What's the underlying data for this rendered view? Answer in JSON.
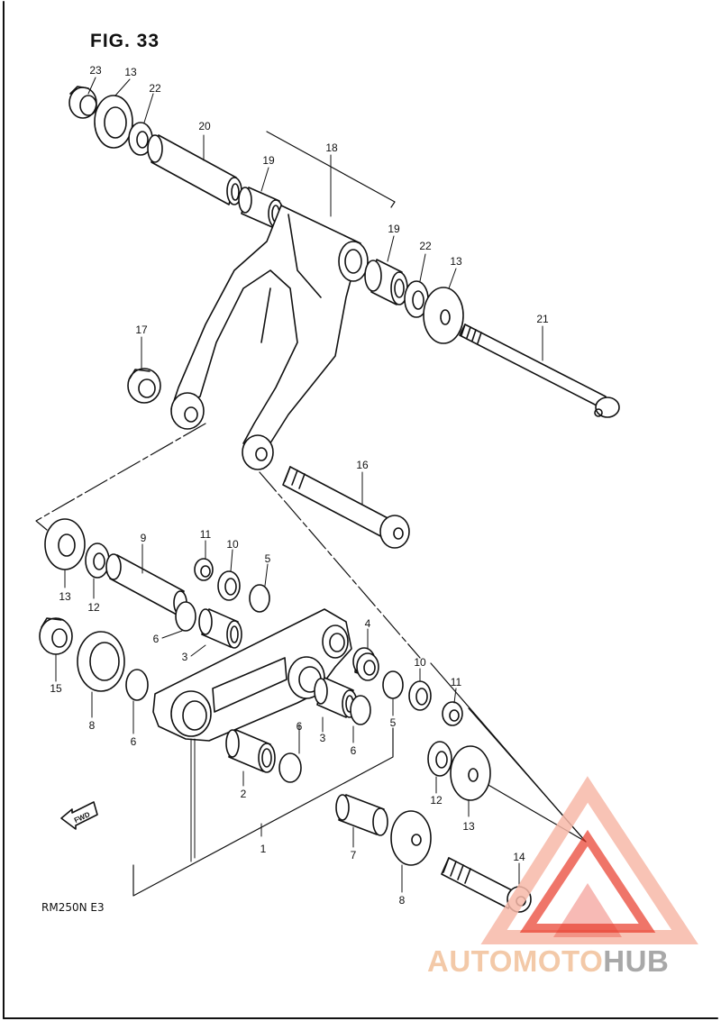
{
  "figure": {
    "title": "FIG. 33",
    "model_code": "RM250N E3"
  },
  "callouts": [
    {
      "id": "c23",
      "text": "23"
    },
    {
      "id": "c13a",
      "text": "13"
    },
    {
      "id": "c22a",
      "text": "22"
    },
    {
      "id": "c20",
      "text": "20"
    },
    {
      "id": "c19a",
      "text": "19"
    },
    {
      "id": "c18",
      "text": "18"
    },
    {
      "id": "c19b",
      "text": "19"
    },
    {
      "id": "c22b",
      "text": "22"
    },
    {
      "id": "c13b",
      "text": "13"
    },
    {
      "id": "c21",
      "text": "21"
    },
    {
      "id": "c17",
      "text": "17"
    },
    {
      "id": "c16",
      "text": "16"
    },
    {
      "id": "c9",
      "text": "9"
    },
    {
      "id": "c11a",
      "text": "11"
    },
    {
      "id": "c10a",
      "text": "10"
    },
    {
      "id": "c5a",
      "text": "5"
    },
    {
      "id": "c13c",
      "text": "13"
    },
    {
      "id": "c12a",
      "text": "12"
    },
    {
      "id": "c6a",
      "text": "6"
    },
    {
      "id": "c3a",
      "text": "3"
    },
    {
      "id": "c4",
      "text": "4"
    },
    {
      "id": "c15",
      "text": "15"
    },
    {
      "id": "c10b",
      "text": "10"
    },
    {
      "id": "c11b",
      "text": "11"
    },
    {
      "id": "c8a",
      "text": "8"
    },
    {
      "id": "c6b",
      "text": "6"
    },
    {
      "id": "c5b",
      "text": "5"
    },
    {
      "id": "c6c",
      "text": "6"
    },
    {
      "id": "c3b",
      "text": "3"
    },
    {
      "id": "c6d",
      "text": "6"
    },
    {
      "id": "c2",
      "text": "2"
    },
    {
      "id": "c12b",
      "text": "12"
    },
    {
      "id": "c13d",
      "text": "13"
    },
    {
      "id": "c1",
      "text": "1"
    },
    {
      "id": "c7",
      "text": "7"
    },
    {
      "id": "c8b",
      "text": "8"
    },
    {
      "id": "c14",
      "text": "14"
    }
  ],
  "fwd_label": "FWD",
  "watermark": {
    "part_a": "AUTOMOTO",
    "part_b": "HUB"
  },
  "colors": {
    "line": "#111111",
    "watermark_red": "#e83a2a",
    "watermark_light": "#f7b8a8",
    "watermark_grey": "#a8a8a8"
  }
}
